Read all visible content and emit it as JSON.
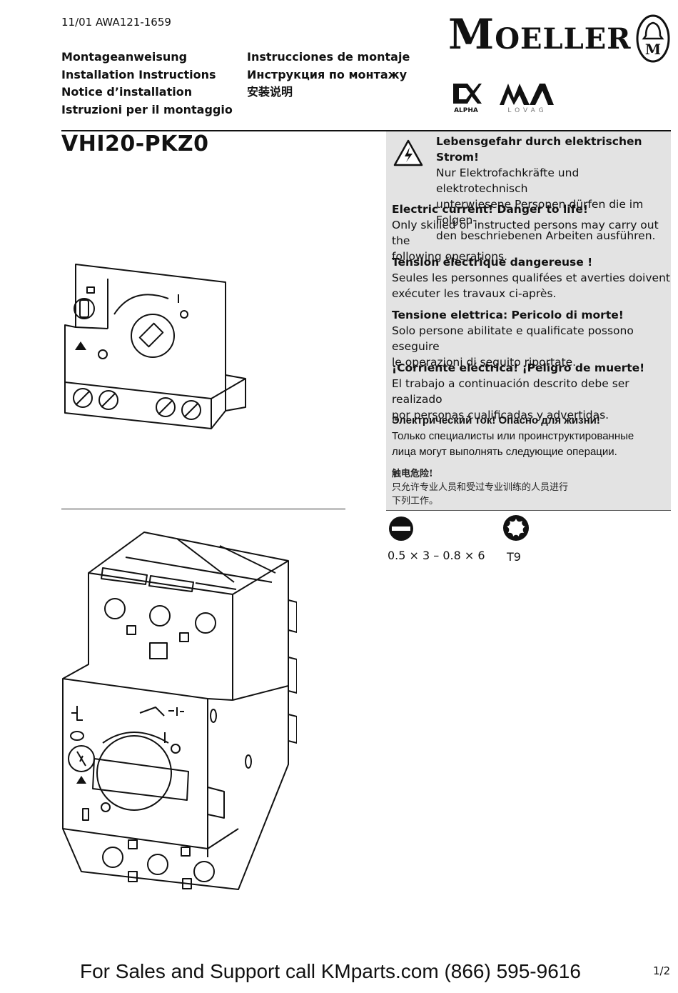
{
  "header": {
    "doc_id": "11/01 AWA121-1659",
    "titles_left": [
      "Montageanweisung",
      "Installation Instructions",
      "Notice d’installation",
      "Istruzioni per il montaggio"
    ],
    "titles_right": [
      "Instrucciones de montaje",
      "Инструкция по монтажу",
      "安装说明"
    ],
    "brand": "MOELLER",
    "brand_first": "M",
    "brand_rest": "OELLER",
    "emblem_letter": "M",
    "sub_logo_1": "ALPHA",
    "sub_logo_2": "LOVAG"
  },
  "product_code": "VHI20-PKZ0",
  "warnings": [
    {
      "lang": "de",
      "heading": "Lebensgefahr durch elektrischen Strom!",
      "lines": [
        "Nur Elektrofachkräfte und elektrotechnisch",
        "unterwiesene Personen dürfen die im Folgen-",
        "den beschriebenen Arbeiten ausführen."
      ]
    },
    {
      "lang": "en",
      "heading": "Electric current! Danger to life!",
      "lines": [
        "Only skilled or instructed persons may carry out the",
        "following operations."
      ]
    },
    {
      "lang": "fr",
      "heading": "Tension électrique dangereuse !",
      "lines": [
        "Seules les personnes qualifées et averties doivent",
        "exécuter les travaux ci-après."
      ]
    },
    {
      "lang": "it",
      "heading": "Tensione elettrica: Pericolo di morte!",
      "lines": [
        "Solo persone abilitate e qualificate possono eseguire",
        "le operazioni di seguito riportate."
      ]
    },
    {
      "lang": "es",
      "heading": "¡Corriente eléctrica! ¡Peligro de muerte!",
      "lines": [
        "El trabajo a continuación descrito debe ser realizado",
        "por personas cualificadas y advertidas."
      ]
    },
    {
      "lang": "ru",
      "heading": "Электрический ток! Опасно для жизни!",
      "lines": [
        "Только специалисты или проинструктированные",
        "лица могут выполнять следующие операции."
      ]
    },
    {
      "lang": "zh",
      "heading": "触电危险!",
      "lines": [
        "只允许专业人员和受过专业训练的人员进行",
        "下列工作。"
      ]
    }
  ],
  "tools": [
    {
      "icon": "slotted-screwdriver-icon",
      "label": "0.5 × 3 – 0.8 × 6"
    },
    {
      "icon": "torx-icon",
      "label": "T9"
    }
  ],
  "footer": {
    "sales_text": "For Sales and Support call KMparts.com (866) 595-9616",
    "page": "1/2"
  },
  "colors": {
    "panel": "#e3e3e3",
    "ink": "#111111"
  }
}
